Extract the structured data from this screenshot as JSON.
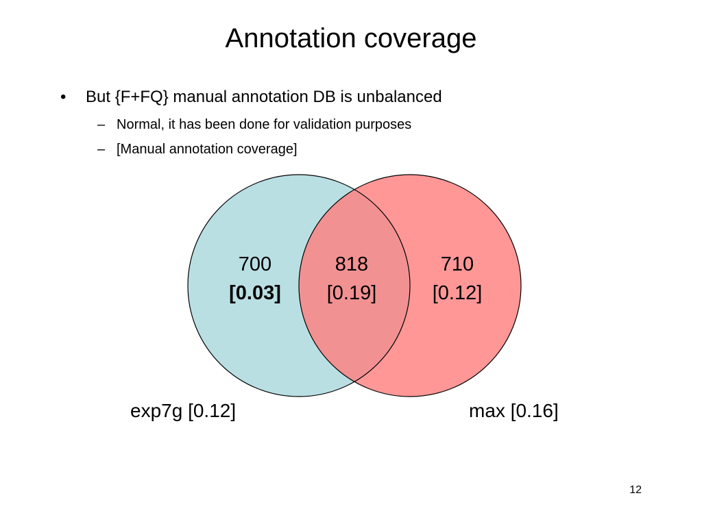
{
  "slide": {
    "title": "Annotation coverage",
    "bullets": [
      {
        "text": "But {F+FQ} manual annotation DB is unbalanced"
      }
    ],
    "sub_bullets": [
      {
        "text": "Normal, it has been done for validation purposes"
      },
      {
        "text": "[Manual annotation coverage]"
      }
    ],
    "bullet_mark": "•",
    "sub_bullet_mark": "–",
    "page_number": "12"
  },
  "venn": {
    "sets": [
      {
        "label": "exp7g [0.12]",
        "color": "#b9dfe3"
      },
      {
        "label": "max [0.16]",
        "color": "#ff8080"
      }
    ],
    "regions": {
      "left_only": {
        "count": "700",
        "score": "[0.03]",
        "score_bold": true
      },
      "both": {
        "count": "818",
        "score": "[0.19]"
      },
      "right_only": {
        "count": "710",
        "score": "[0.12]"
      }
    },
    "outline_color": "#000000"
  }
}
